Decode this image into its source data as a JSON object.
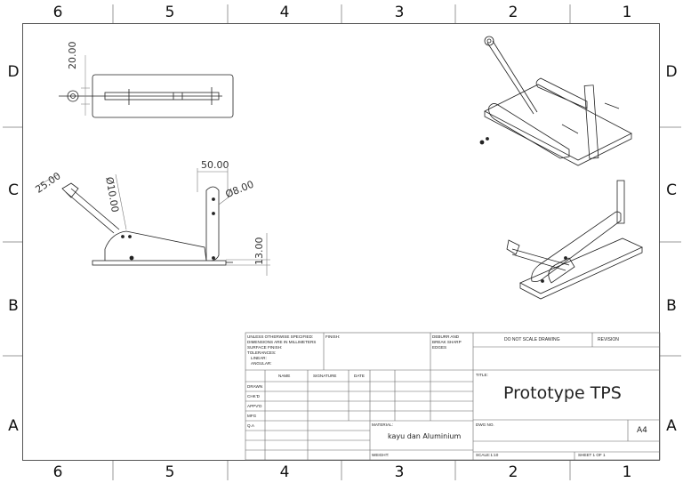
{
  "border": {
    "columns": [
      "6",
      "5",
      "4",
      "3",
      "2",
      "1"
    ],
    "rows": [
      "D",
      "C",
      "B",
      "A"
    ]
  },
  "dimensions": {
    "top_view_width": "20.00",
    "angle_width": "25.00",
    "rod_diameter": "Ø10.00",
    "post_width": "50.00",
    "hole_diameter": "Ø8.00",
    "base_height": "13.00"
  },
  "title_block": {
    "general_notes": [
      "UNLESS OTHERWISE SPECIFIED:",
      "DIMENSIONS ARE IN MILLIMETERS",
      "SURFACE FINISH:",
      "TOLERANCES:",
      "LINEAR:",
      "ANGULAR:"
    ],
    "finish_label": "FINISH:",
    "deburr_lines": [
      "DEBURR AND",
      "BREAK SHARP",
      "EDGES"
    ],
    "do_not_scale": "DO NOT SCALE DRAWING",
    "revision_label": "REVISION",
    "col_name": "NAME",
    "col_signature": "SIGNATURE",
    "col_date": "DATE",
    "rows": [
      "DRAWN",
      "CHK'D",
      "APPV'D",
      "MFG",
      "Q.A"
    ],
    "title_label": "TITLE:",
    "title": "Prototype TPS",
    "material_label": "MATERIAL:",
    "material": "kayu dan Aluminium",
    "dwg_no_label": "DWG NO.",
    "sheet_size": "A4",
    "weight_label": "WEIGHT:",
    "scale": "SCALE:1:10",
    "sheet": "SHEET 1 OF 1"
  }
}
